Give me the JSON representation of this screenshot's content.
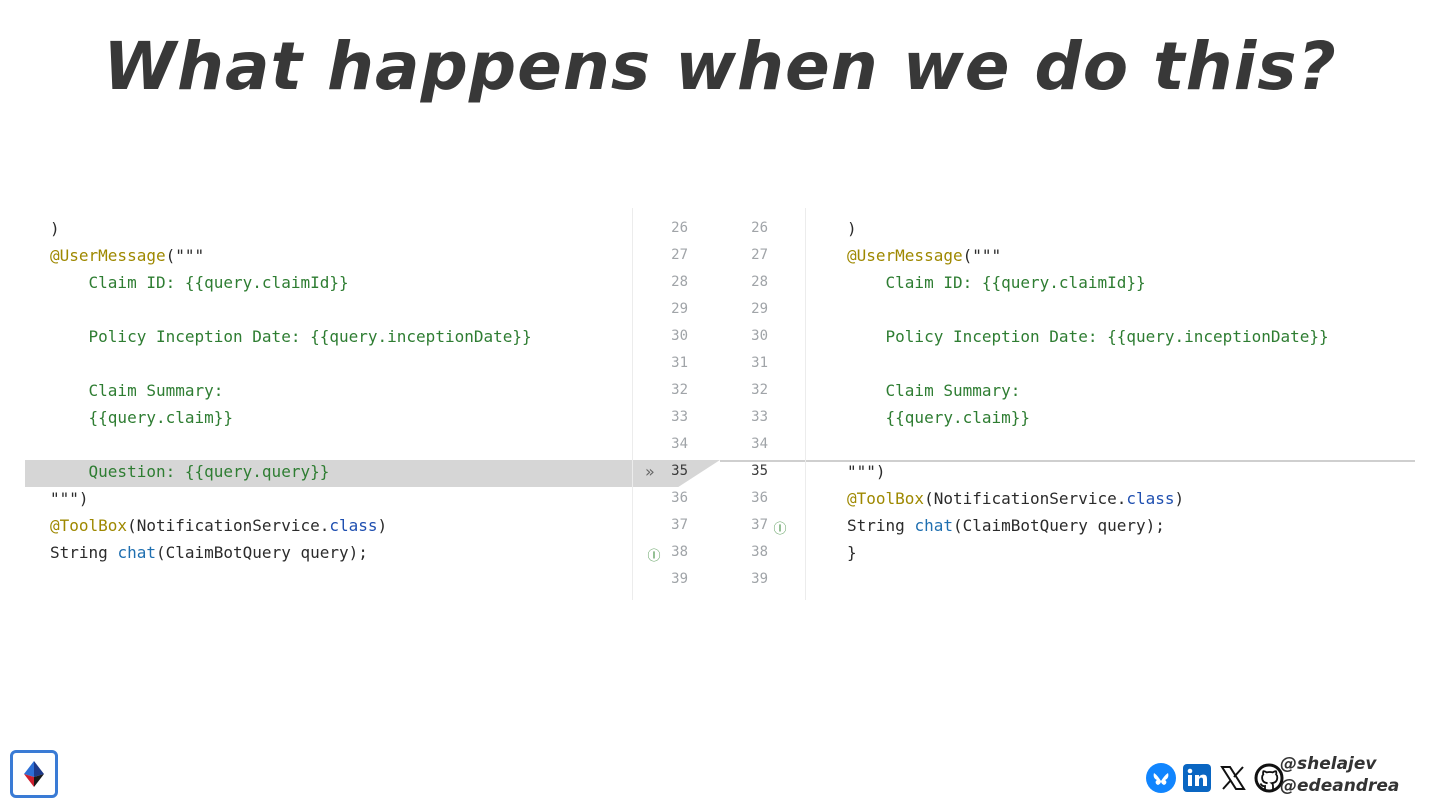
{
  "slide": {
    "title": "What happens when we do this?"
  },
  "diff": {
    "left_numbers": [
      "26",
      "27",
      "28",
      "29",
      "30",
      "31",
      "32",
      "33",
      "34",
      "35",
      "36",
      "37",
      "38",
      "39"
    ],
    "right_numbers": [
      "26",
      "27",
      "28",
      "29",
      "30",
      "31",
      "32",
      "33",
      "34",
      "35",
      "36",
      "37",
      "38",
      "39"
    ],
    "left_lines": [
      [
        {
          "t": ")",
          "c": "dark"
        }
      ],
      [
        {
          "t": "@UserMessage",
          "c": "ann"
        },
        {
          "t": "(\"\"\"",
          "c": "dark"
        }
      ],
      [
        {
          "t": "    Claim ID: {{query.claimId}}",
          "c": "str"
        }
      ],
      [
        {
          "t": "",
          "c": "str"
        }
      ],
      [
        {
          "t": "    Policy Inception Date: {{query.inceptionDate}}",
          "c": "str"
        }
      ],
      [
        {
          "t": "",
          "c": "str"
        }
      ],
      [
        {
          "t": "    Claim Summary:",
          "c": "str"
        }
      ],
      [
        {
          "t": "    {{query.claim}}",
          "c": "str"
        }
      ],
      [
        {
          "t": "",
          "c": "str"
        }
      ],
      [
        {
          "t": "    Question: {{query.query}}",
          "c": "str"
        }
      ],
      [
        {
          "t": "\"\"\")",
          "c": "dark"
        }
      ],
      [
        {
          "t": "@ToolBox",
          "c": "ann"
        },
        {
          "t": "(NotificationService.",
          "c": "dark"
        },
        {
          "t": "class",
          "c": "kw"
        },
        {
          "t": ")",
          "c": "dark"
        }
      ],
      [
        {
          "t": "String ",
          "c": "dark"
        },
        {
          "t": "chat",
          "c": "fn"
        },
        {
          "t": "(ClaimBotQuery query);",
          "c": "dark"
        }
      ],
      [
        {
          "t": "",
          "c": "dark"
        }
      ]
    ],
    "right_lines": [
      [
        {
          "t": ")",
          "c": "dark"
        }
      ],
      [
        {
          "t": "@UserMessage",
          "c": "ann"
        },
        {
          "t": "(\"\"\"",
          "c": "dark"
        }
      ],
      [
        {
          "t": "    Claim ID: {{query.claimId}}",
          "c": "str"
        }
      ],
      [
        {
          "t": "",
          "c": "str"
        }
      ],
      [
        {
          "t": "    Policy Inception Date: {{query.inceptionDate}}",
          "c": "str"
        }
      ],
      [
        {
          "t": "",
          "c": "str"
        }
      ],
      [
        {
          "t": "    Claim Summary:",
          "c": "str"
        }
      ],
      [
        {
          "t": "    {{query.claim}}",
          "c": "str"
        }
      ],
      [
        {
          "t": "",
          "c": "str"
        }
      ],
      [
        {
          "t": "\"\"\")",
          "c": "dark"
        }
      ],
      [
        {
          "t": "@ToolBox",
          "c": "ann"
        },
        {
          "t": "(NotificationService.",
          "c": "dark"
        },
        {
          "t": "class",
          "c": "kw"
        },
        {
          "t": ")",
          "c": "dark"
        }
      ],
      [
        {
          "t": "String ",
          "c": "dark"
        },
        {
          "t": "chat",
          "c": "fn"
        },
        {
          "t": "(ClaimBotQuery query);",
          "c": "dark"
        }
      ],
      [
        {
          "t": "}",
          "c": "dark"
        }
      ],
      [
        {
          "t": "",
          "c": "dark"
        }
      ]
    ],
    "active_line_index": 9,
    "chevron_glyph": "»",
    "interface_glyph": "Ⓘ"
  },
  "footer": {
    "handles": [
      "@shelajev",
      "@edeandrea"
    ],
    "social_icons": [
      "bluesky-icon",
      "linkedin-icon",
      "x-icon",
      "github-icon"
    ],
    "colors": {
      "bluesky": "#1185fe",
      "linkedin": "#0a66c2",
      "x": "#111111",
      "github": "#111111",
      "logo_border": "#3a7bd5"
    }
  }
}
